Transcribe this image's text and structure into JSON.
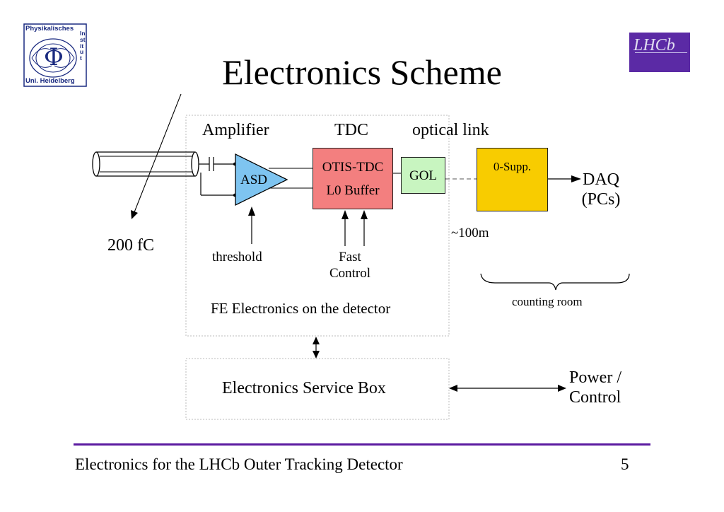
{
  "slide": {
    "title": "Electronics Scheme",
    "page_number": "5",
    "footer_title": "Electronics for the LHCb Outer Tracking Detector"
  },
  "logos": {
    "left": {
      "top_text": "Physikalisches",
      "side_text": "Institut",
      "bottom_text": "Uni. Heidelberg",
      "symbol": "Φ"
    },
    "right": {
      "text": "LHCb"
    }
  },
  "diagram": {
    "headers": {
      "amplifier": "Amplifier",
      "tdc": "TDC",
      "optical_link": "optical link"
    },
    "blocks": {
      "asd": "ASD",
      "otis_line1": "OTIS-TDC",
      "otis_line2": "L0 Buffer",
      "gol": "GOL",
      "zero_supp": "0-Supp."
    },
    "labels": {
      "daq_line1": "DAQ",
      "daq_line2": "(PCs)",
      "charge": "200 fC",
      "distance": "~100m",
      "threshold": "threshold",
      "fast_control_line1": "Fast",
      "fast_control_line2": "Control",
      "fe_electronics": "FE Electronics on the detector",
      "counting_room": "counting room",
      "service_box": "Electronics Service Box",
      "power_line1": "Power /",
      "power_line2": "Control"
    },
    "colors": {
      "asd_fill": "#7ec4f0",
      "otis_fill": "#f37f7f",
      "gol_fill": "#c8f5c0",
      "zero_supp_fill": "#f8cc00",
      "footer_rule": "#5b1aa0",
      "lhcb_logo": "#5b2aa5"
    }
  }
}
